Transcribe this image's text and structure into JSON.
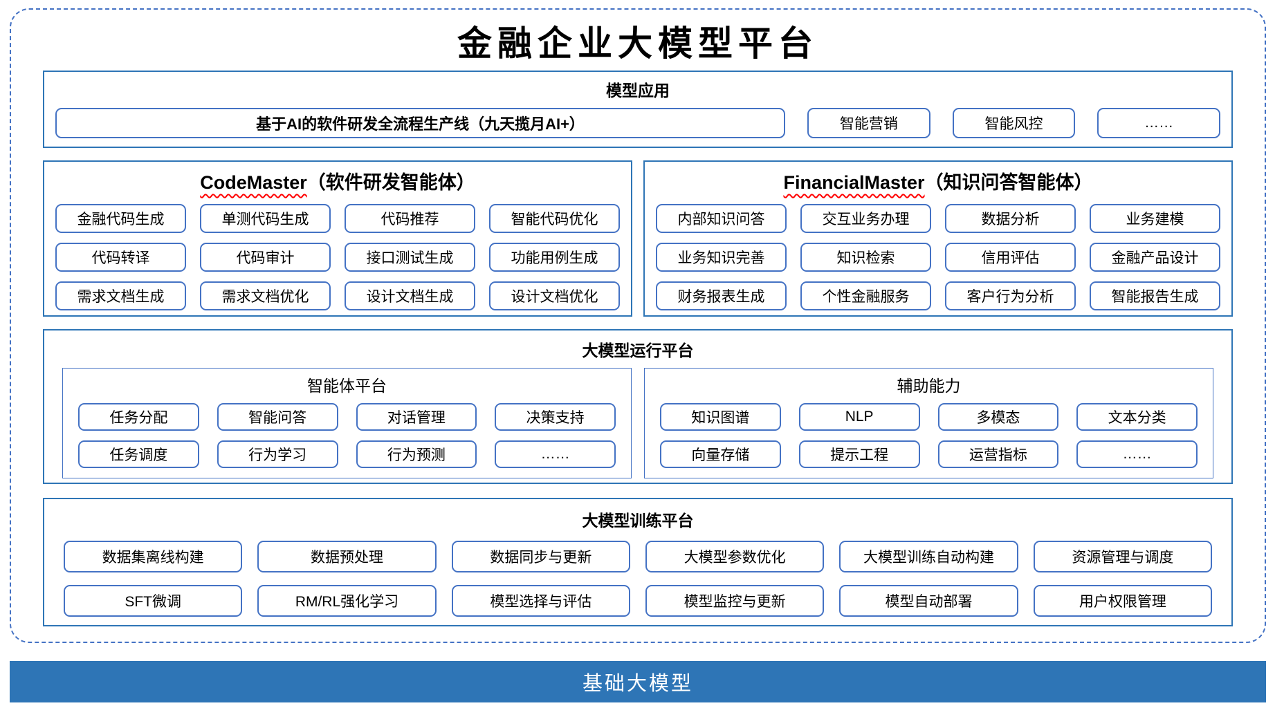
{
  "colors": {
    "section_border": "#2E75B6",
    "chip_border": "#4472C4",
    "outer_dashed_border": "#4472C4",
    "wavy_underline": "#FF0000",
    "base_bar_background": "#2E75B6",
    "base_bar_text": "#FFFFFF"
  },
  "title": "金融企业大模型平台",
  "model_app": {
    "header": "模型应用",
    "pipeline": "基于AI的软件研发全流程生产线（九天揽月AI+）",
    "items": [
      "智能营销",
      "智能风控",
      "……"
    ]
  },
  "code_master": {
    "title_en": "CodeMaster",
    "title_zh": "（软件研发智能体）",
    "items": [
      "金融代码生成",
      "单测代码生成",
      "代码推荐",
      "智能代码优化",
      "代码转译",
      "代码审计",
      "接口测试生成",
      "功能用例生成",
      "需求文档生成",
      "需求文档优化",
      "设计文档生成",
      "设计文档优化"
    ]
  },
  "financial_master": {
    "title_en": "FinancialMaster",
    "title_zh": "（知识问答智能体）",
    "items": [
      "内部知识问答",
      "交互业务办理",
      "数据分析",
      "业务建模",
      "业务知识完善",
      "知识检索",
      "信用评估",
      "金融产品设计",
      "财务报表生成",
      "个性金融服务",
      "客户行为分析",
      "智能报告生成"
    ]
  },
  "runtime": {
    "header": "大模型运行平台",
    "agent_platform": {
      "title": "智能体平台",
      "items": [
        "任务分配",
        "智能问答",
        "对话管理",
        "决策支持",
        "任务调度",
        "行为学习",
        "行为预测",
        "……"
      ]
    },
    "aux_capability": {
      "title": "辅助能力",
      "items": [
        "知识图谱",
        "NLP",
        "多模态",
        "文本分类",
        "向量存储",
        "提示工程",
        "运营指标",
        "……"
      ]
    }
  },
  "training": {
    "header": "大模型训练平台",
    "items": [
      "数据集离线构建",
      "数据预处理",
      "数据同步与更新",
      "大模型参数优化",
      "大模型训练自动构建",
      "资源管理与调度",
      "SFT微调",
      "RM/RL强化学习",
      "模型选择与评估",
      "模型监控与更新",
      "模型自动部署",
      "用户权限管理"
    ]
  },
  "base_model": {
    "label": "基础大模型"
  }
}
